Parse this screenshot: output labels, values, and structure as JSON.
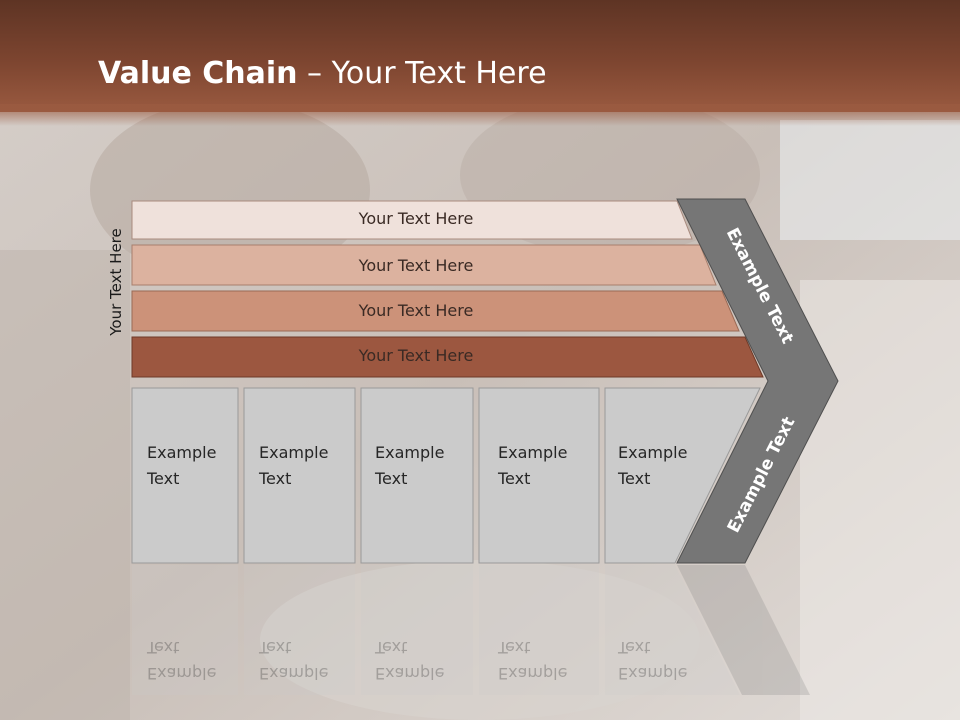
{
  "title": {
    "bold": "Value Chain",
    "rest": " – Your Text Here"
  },
  "side_label": "Your Text Here",
  "bars": [
    {
      "label": "Your Text Here",
      "color": "#efe1db"
    },
    {
      "label": "Your Text Here",
      "color": "#dcb29f"
    },
    {
      "label": "Your Text Here",
      "color": "#cc9279"
    },
    {
      "label": "Your Text Here",
      "color": "#9c5740"
    }
  ],
  "boxes": [
    {
      "label": "Example\nText"
    },
    {
      "label": "Example\nText"
    },
    {
      "label": "Example\nText"
    },
    {
      "label": "Example\nText"
    },
    {
      "label": "Example\nText"
    }
  ],
  "chevron": {
    "upper": "Example Text",
    "lower": "Example Text",
    "color": "#767676"
  },
  "colors": {
    "title_band": "#7d4530",
    "box_fill": "#cbcbcb"
  }
}
